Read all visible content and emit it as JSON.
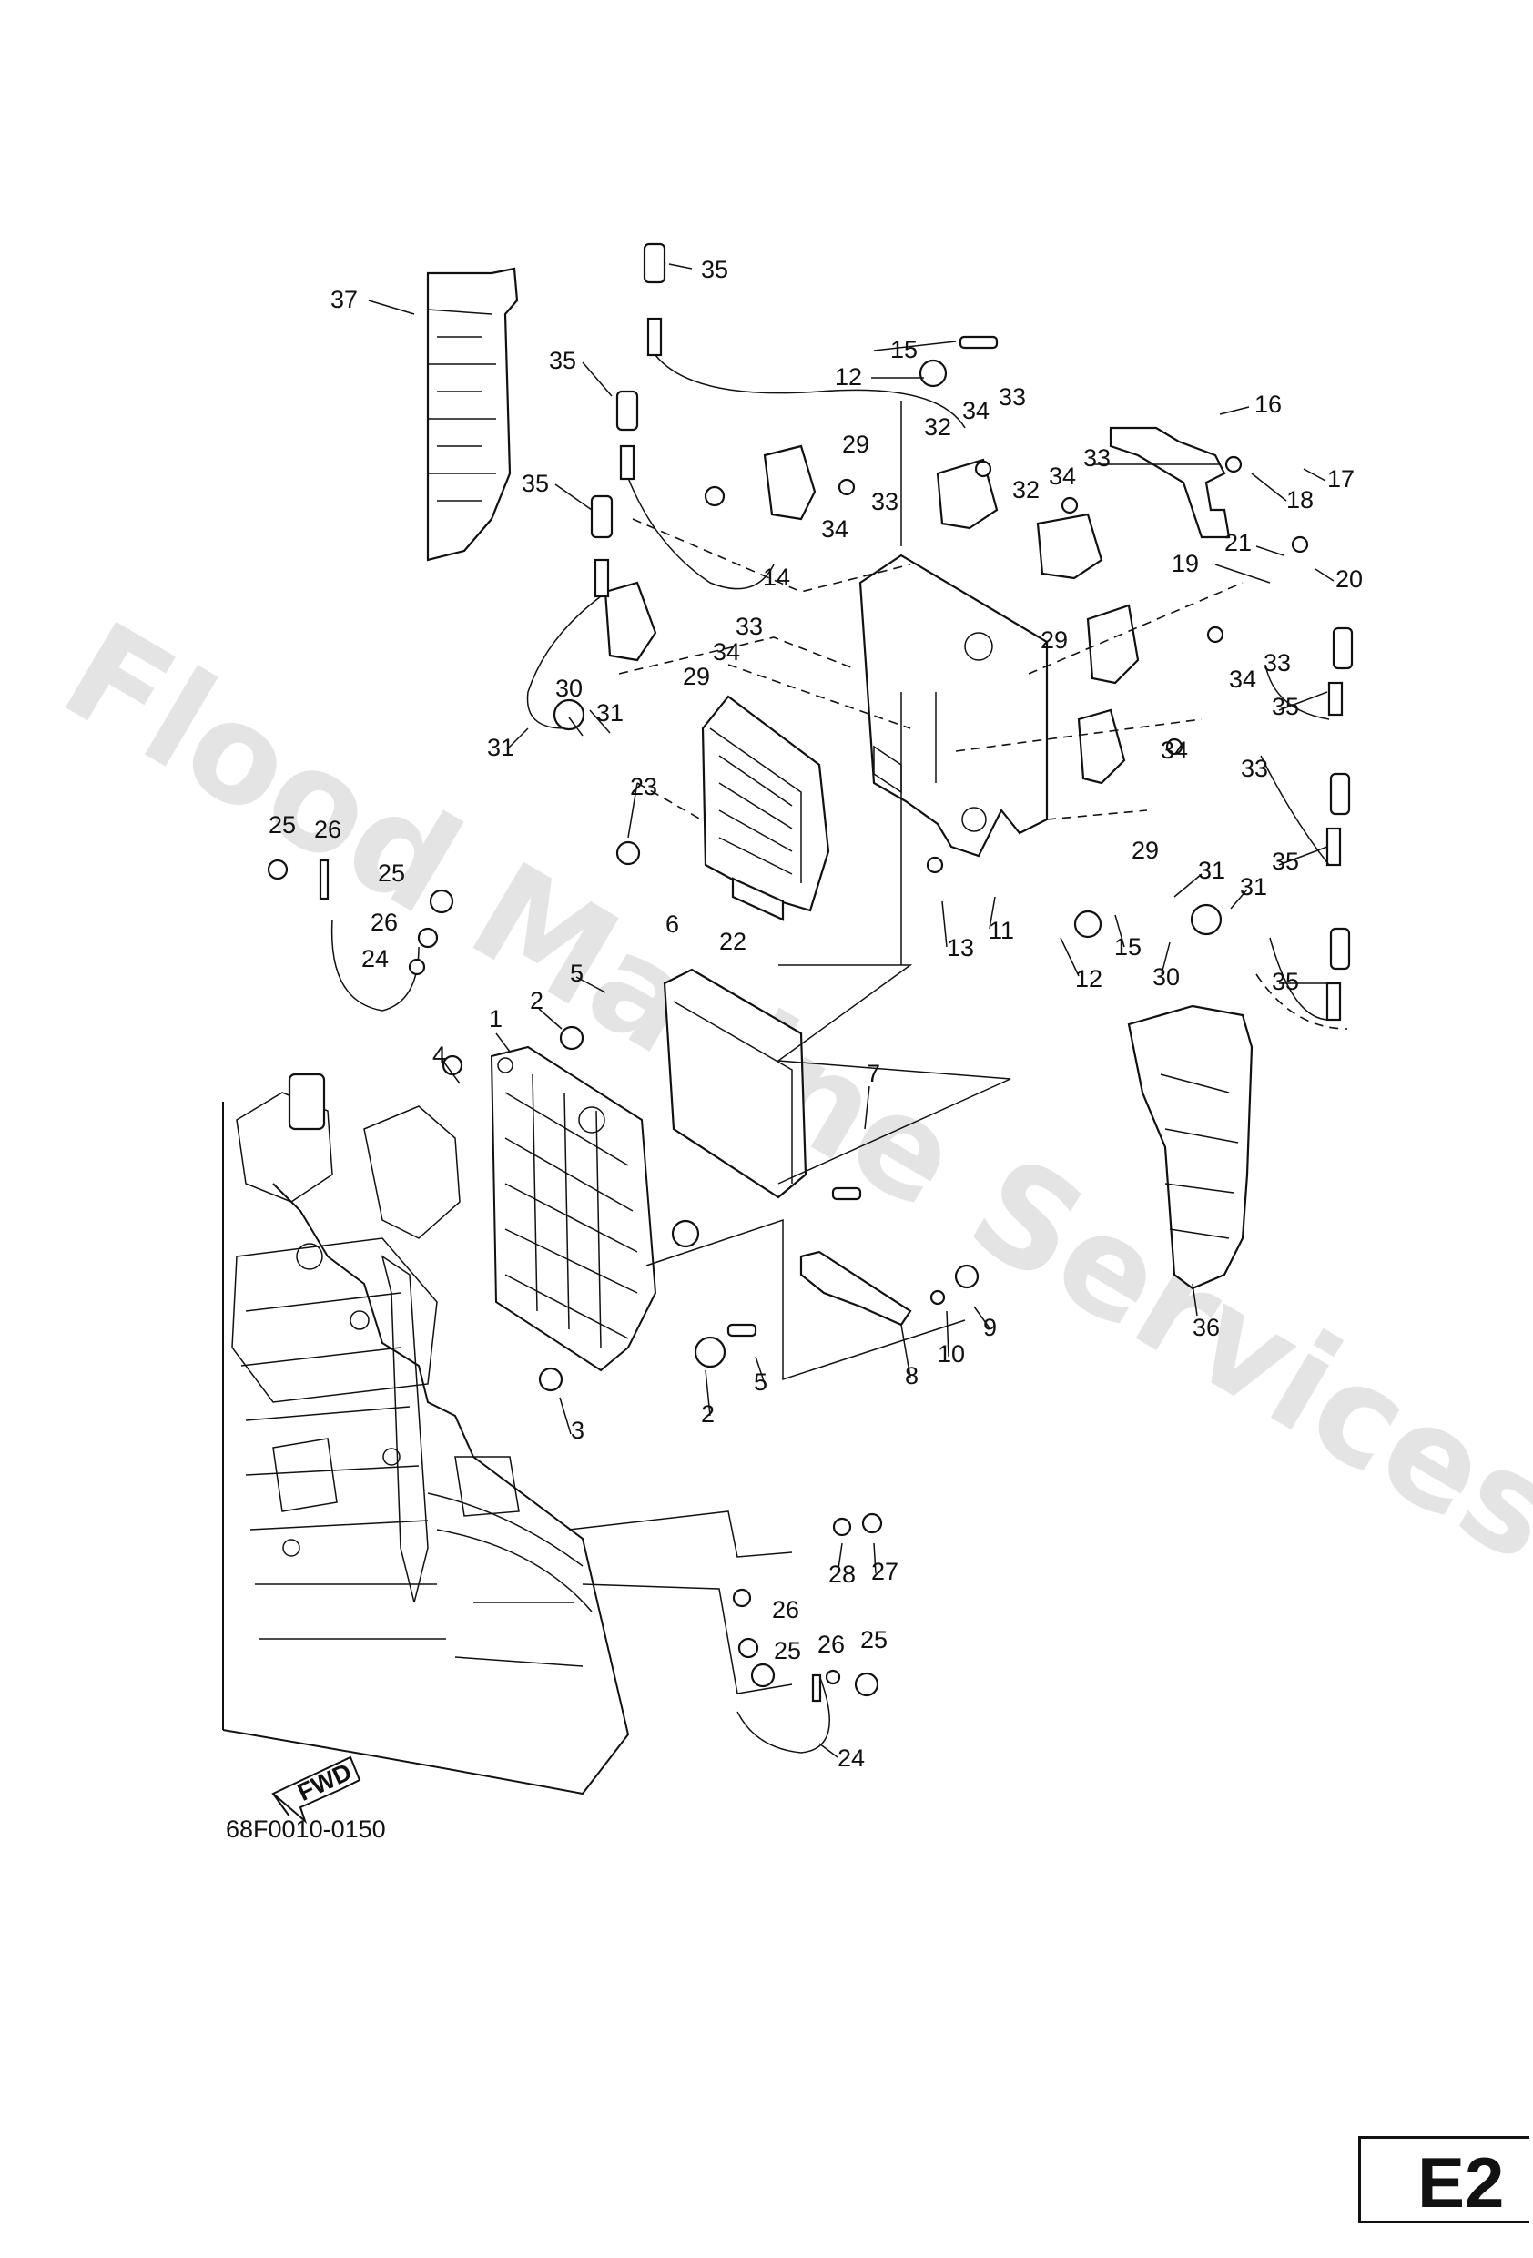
{
  "watermark": "Flood Marine Services",
  "diagram_code": "68F0010-0150",
  "section_tag": "E2",
  "fwd_arrow_label": "FWD",
  "part_numbers": [
    "1",
    "2",
    "3",
    "4",
    "5",
    "6",
    "7",
    "8",
    "9",
    "10",
    "11",
    "12",
    "13",
    "14",
    "15",
    "16",
    "17",
    "18",
    "19",
    "20",
    "21",
    "22",
    "23",
    "24",
    "25",
    "26",
    "27",
    "28",
    "29",
    "30",
    "31",
    "32",
    "33",
    "34",
    "35",
    "36",
    "37"
  ]
}
